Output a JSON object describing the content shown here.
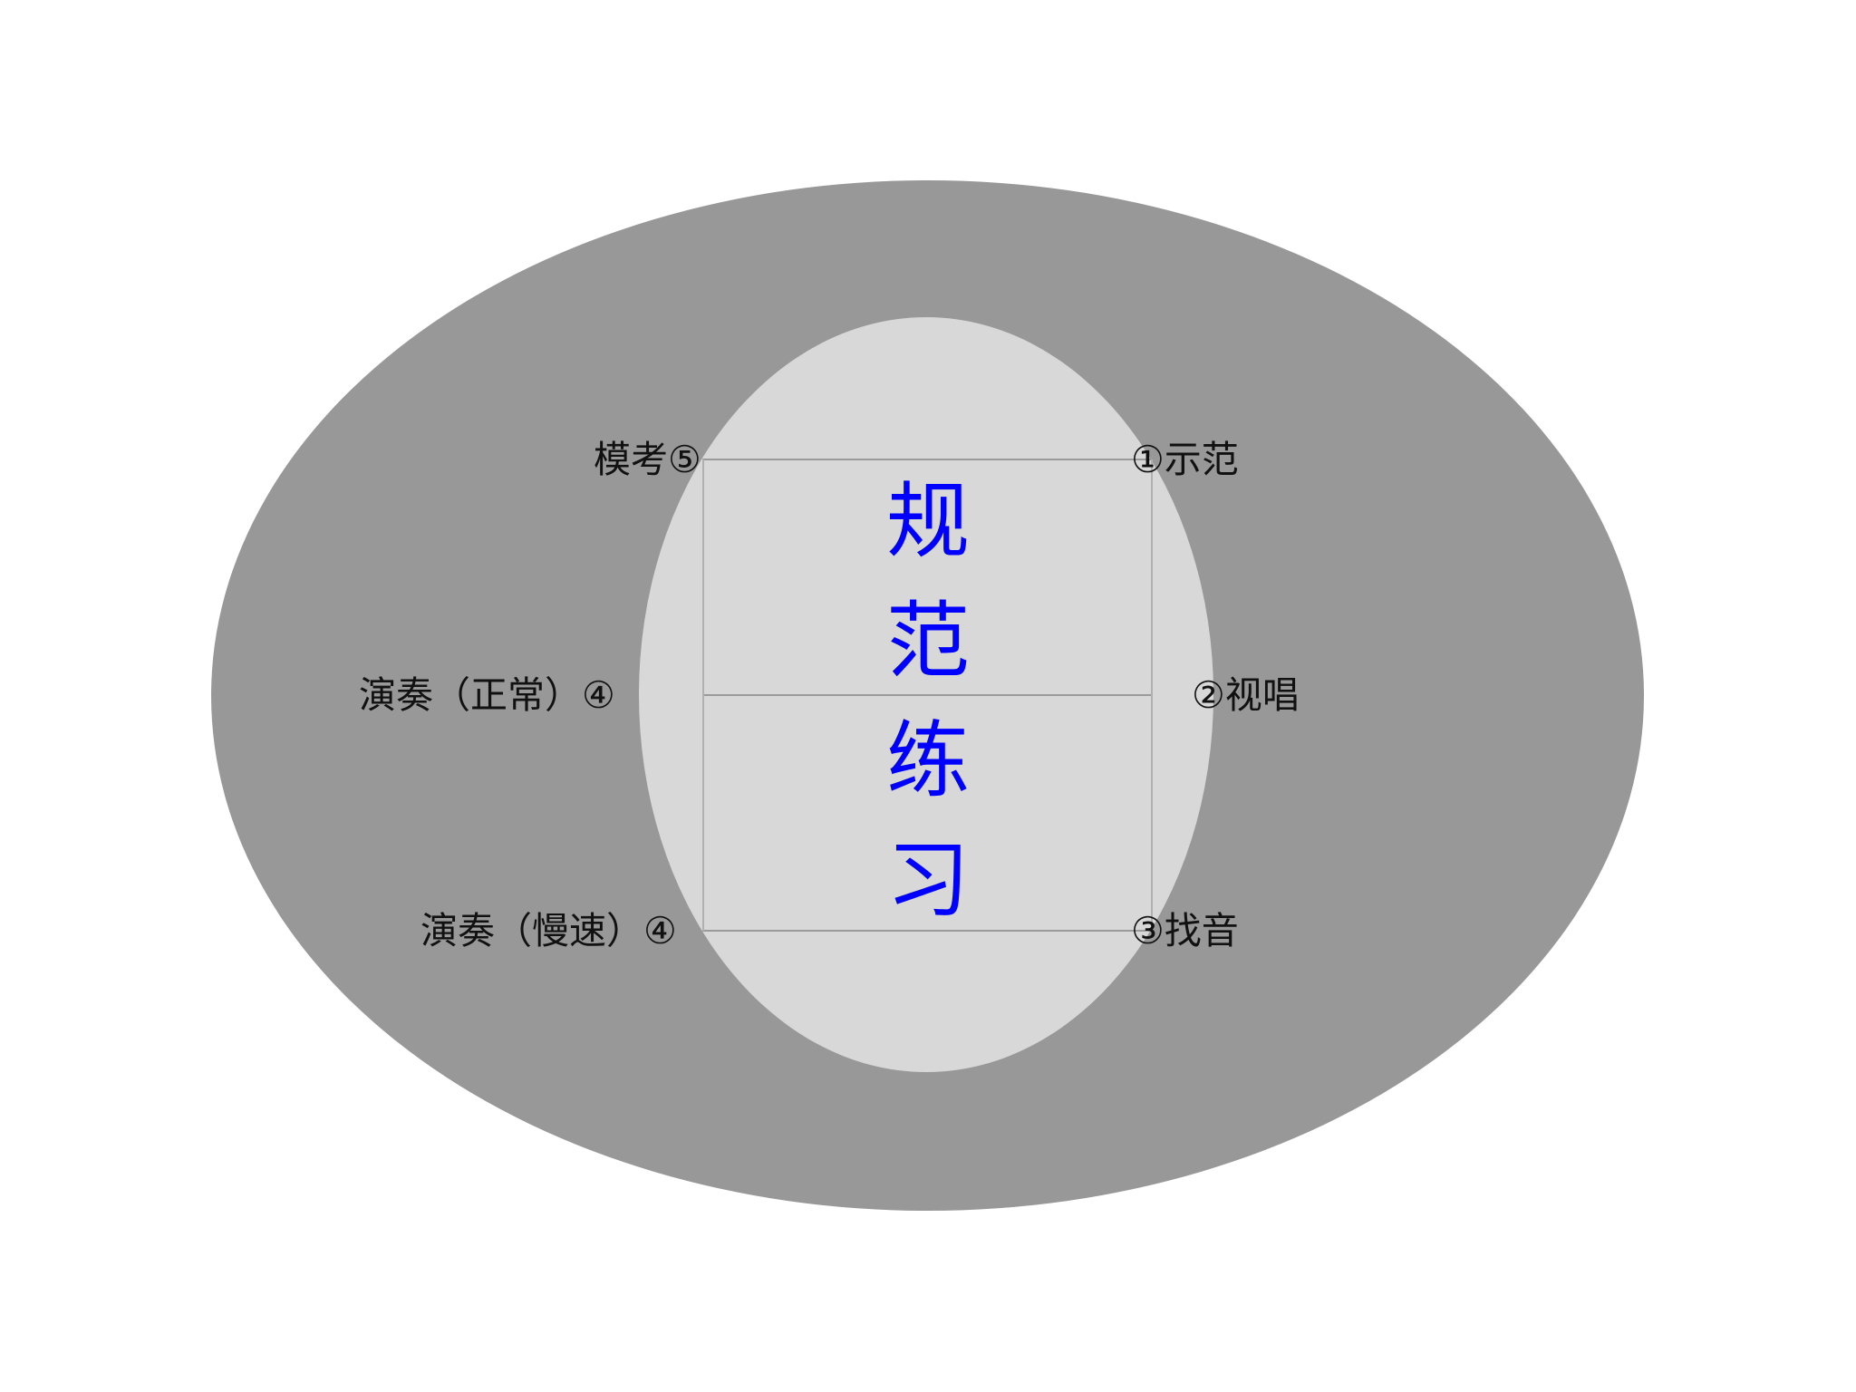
{
  "diagram": {
    "title_chars": [
      "规",
      "范",
      "练",
      "习"
    ],
    "title_color": "#0000ff",
    "outer_color": "#989898",
    "inner_color": "#d8d8d8",
    "nodes": {
      "top_left": "模考⑤",
      "top_right": "①示范",
      "mid_left": "演奏（正常）④",
      "mid_right": "②视唱",
      "bottom_left": "演奏（慢速）④",
      "bottom_right": "③找音"
    }
  }
}
